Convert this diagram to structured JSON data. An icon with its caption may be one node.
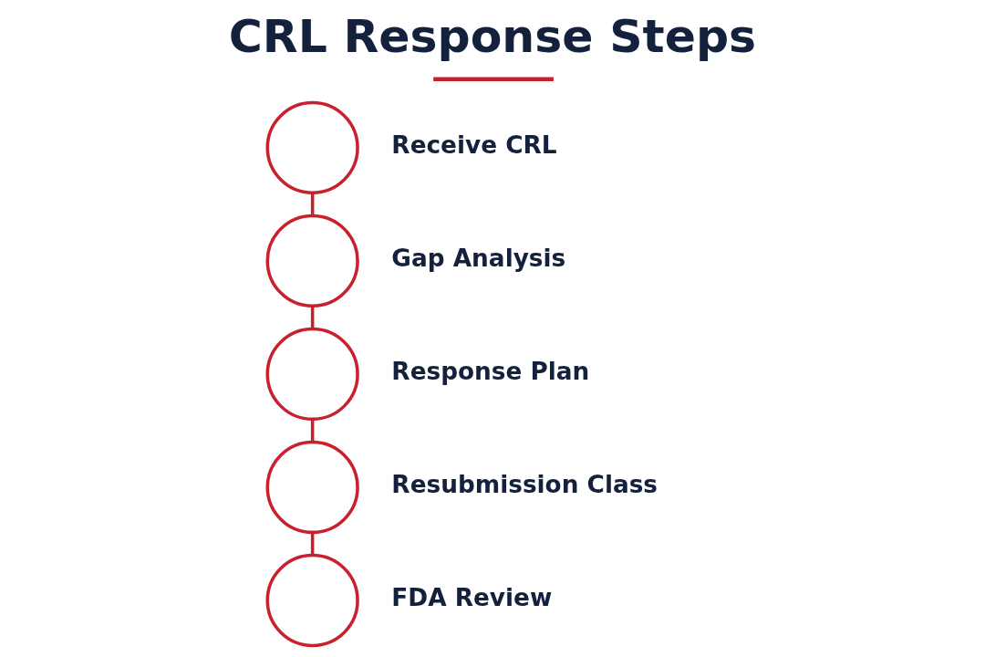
{
  "diagram": {
    "title": "CRL Response Steps",
    "nodes": [
      {
        "text": [],
        "shape": "circle",
        "beside": [
          "Receive CRL"
        ]
      },
      {
        "text": [],
        "shape": "circle",
        "beside": [
          "Gap Analysis"
        ]
      },
      {
        "text": [],
        "shape": "circle",
        "beside": [
          "Response Plan"
        ]
      },
      {
        "text": [],
        "shape": "circle",
        "beside": [
          "Resubmission Class"
        ]
      },
      {
        "text": [],
        "shape": "circle",
        "beside": [
          "FDA Review"
        ]
      }
    ],
    "edges": [
      {
        "from": 0,
        "to": 1,
        "arrow": "none"
      },
      {
        "from": 1,
        "to": 2,
        "arrow": "none"
      },
      {
        "from": 2,
        "to": 3,
        "arrow": "none"
      },
      {
        "from": 3,
        "to": 4,
        "arrow": "none"
      }
    ]
  }
}
